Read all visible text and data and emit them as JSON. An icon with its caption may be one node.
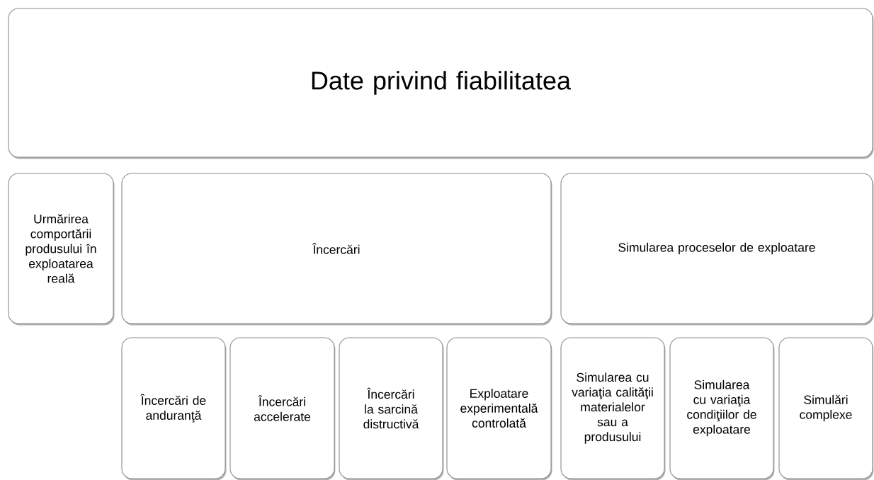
{
  "diagram": {
    "nodes": [
      {
        "text": [
          "Date privind fiabilitatea"
        ]
      },
      {
        "text": [
          "Urmărirea comportării produsului în exploatarea reală"
        ]
      },
      {
        "text": [
          "Încercări"
        ]
      },
      {
        "text": [
          "Simularea proceselor de exploatare"
        ]
      },
      {
        "text": [
          "Încercări de anduranţă"
        ]
      },
      {
        "text": [
          "Încercări accelerate"
        ]
      },
      {
        "text": [
          "Încercări la sarcină distructivă"
        ]
      },
      {
        "text": [
          "Exploatare experimentală controlată"
        ]
      },
      {
        "text": [
          "Simularea cu variaţia calităţii materialelor sau a produsului"
        ]
      },
      {
        "text": [
          "Simularea cu variaţia condiţiilor de exploatare"
        ]
      },
      {
        "text": [
          "Simulări complexe"
        ]
      }
    ]
  }
}
